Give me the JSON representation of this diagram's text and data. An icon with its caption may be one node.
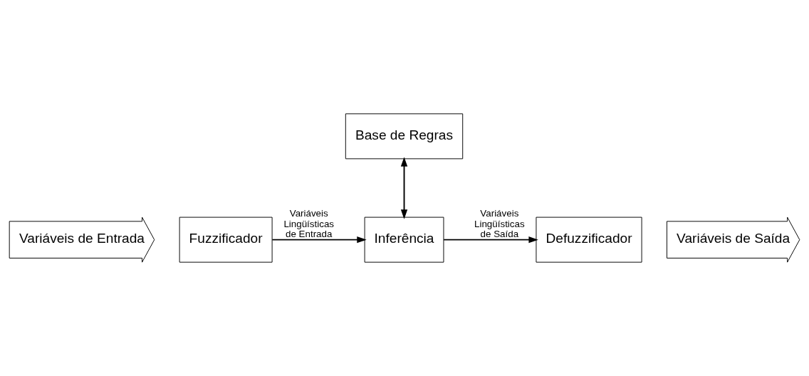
{
  "diagram": {
    "nodes": [
      {
        "text": [
          "Variáveis de Entrada"
        ]
      },
      {
        "text": [
          "Fuzzificador"
        ]
      },
      {
        "text": [
          "Inferência"
        ]
      },
      {
        "text": [
          "Defuzzificador"
        ]
      },
      {
        "text": [
          "Variáveis de Saída"
        ]
      },
      {
        "text": [
          "Base de Regras"
        ]
      }
    ],
    "edges": [
      {
        "from": 1,
        "to": 2,
        "arrow": "to",
        "label": "Variáveis Lingüísticas de Entrada"
      },
      {
        "from": 2,
        "to": 3,
        "arrow": "to",
        "label": "Variáveis Lingüísticas de Saída"
      },
      {
        "from": 5,
        "to": 2,
        "arrow": "both"
      }
    ]
  }
}
